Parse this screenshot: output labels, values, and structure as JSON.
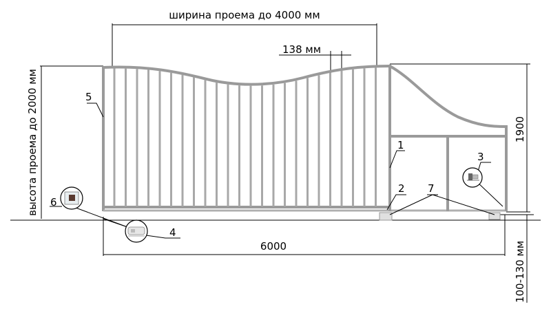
{
  "dimensions": {
    "width_label": "ширина проема до 4000 мм",
    "gap_label": "138 мм",
    "height_label": "высота проема до 2000 мм",
    "total_length": "6000",
    "side_height": "1900",
    "foundation_depth": "100-130 мм"
  },
  "callouts": {
    "c1": "1",
    "c2": "2",
    "c3": "3",
    "c4": "4",
    "c5": "5",
    "c6": "6",
    "c7": "7"
  },
  "colors": {
    "frame": "#9a9a9a",
    "ink": "#000000",
    "background": "#ffffff"
  }
}
